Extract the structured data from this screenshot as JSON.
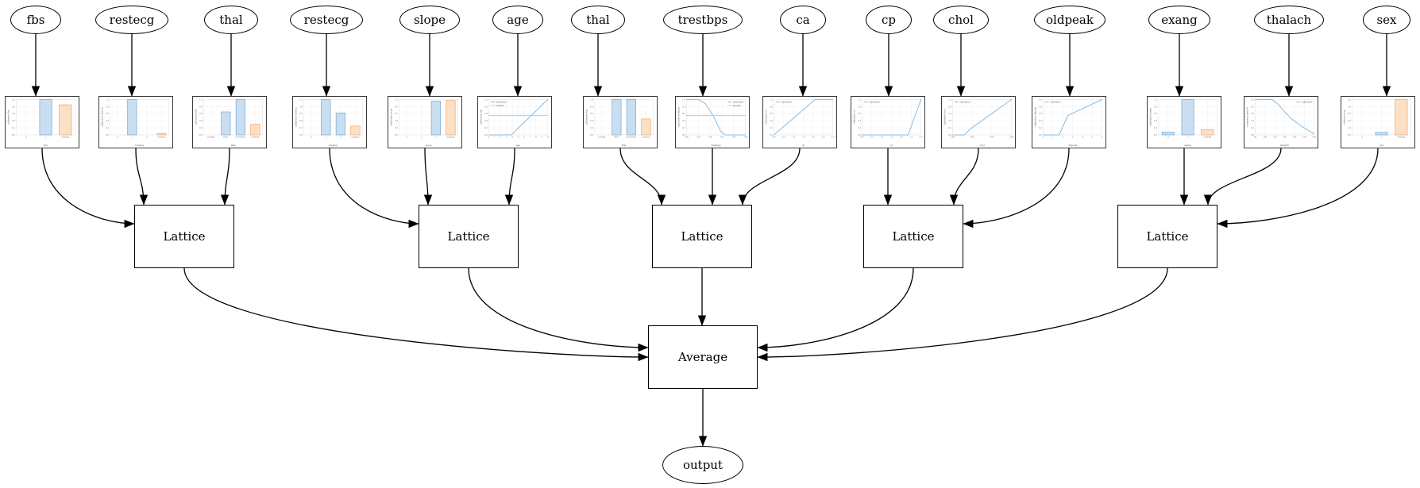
{
  "diagram": {
    "description": "calibrated lattice ensemble model graph",
    "colors": {
      "edge": "#000000",
      "node_border": "#000000",
      "chart_border": "#3a3a3a",
      "grid": "#e7e7e7",
      "plot_frame": "#d9d9d9",
      "blue_stroke": "#6fa8d6",
      "blue_fill": "#c9def1",
      "blue_line": "#85b9e0",
      "orange_stroke": "#f5a060",
      "orange_fill": "#fce0c6",
      "orange_line": "#fbbf85",
      "tick_text": "#777777",
      "label_text": "#555555"
    }
  },
  "nodes": {
    "inputs": [
      {
        "id": "in-0",
        "label": "fbs"
      },
      {
        "id": "in-1",
        "label": "restecg"
      },
      {
        "id": "in-2",
        "label": "thal"
      },
      {
        "id": "in-3",
        "label": "restecg"
      },
      {
        "id": "in-4",
        "label": "slope"
      },
      {
        "id": "in-5",
        "label": "age"
      },
      {
        "id": "in-6",
        "label": "thal"
      },
      {
        "id": "in-7",
        "label": "trestbps"
      },
      {
        "id": "in-8",
        "label": "ca"
      },
      {
        "id": "in-9",
        "label": "cp"
      },
      {
        "id": "in-10",
        "label": "chol"
      },
      {
        "id": "in-11",
        "label": "oldpeak"
      },
      {
        "id": "in-12",
        "label": "exang"
      },
      {
        "id": "in-13",
        "label": "thalach"
      },
      {
        "id": "in-14",
        "label": "sex"
      }
    ],
    "lattices": [
      {
        "id": "lat-0",
        "label": "Lattice"
      },
      {
        "id": "lat-1",
        "label": "Lattice"
      },
      {
        "id": "lat-2",
        "label": "Lattice"
      },
      {
        "id": "lat-3",
        "label": "Lattice"
      },
      {
        "id": "lat-4",
        "label": "Lattice"
      }
    ],
    "average": {
      "id": "avg",
      "label": "Average"
    },
    "output": {
      "id": "out",
      "label": "output"
    }
  },
  "chart_defaults": {
    "yticks": [
      "0.0",
      "0.2",
      "0.4",
      "0.6",
      "0.8",
      "1.0"
    ],
    "legend_calibrated": "calibrated",
    "legend_missing": "missing"
  },
  "charts": [
    {
      "id": "ch-0",
      "feature": "fbs",
      "type": "bar",
      "ylabel": "calibrated fbs",
      "xlabel": "fbs",
      "categories": [
        "0",
        "1",
        "missing"
      ],
      "values": [
        0,
        1.0,
        0.85
      ],
      "bar_colors": [
        "blue",
        "blue",
        "orange"
      ]
    },
    {
      "id": "ch-1",
      "feature": "restecg",
      "type": "bar",
      "ylabel": "calibrated restecg",
      "xlabel": "restecg",
      "categories": [
        "0",
        "1",
        "2",
        "missing"
      ],
      "values": [
        0,
        1.0,
        0,
        0.04
      ],
      "bar_colors": [
        "blue",
        "blue",
        "blue",
        "orange"
      ]
    },
    {
      "id": "ch-2",
      "feature": "thal",
      "type": "bar",
      "ylabel": "calibrated thal",
      "xlabel": "thal",
      "categories": [
        "normal",
        "fixed",
        "reversible",
        "missing"
      ],
      "values": [
        0,
        0.65,
        1.0,
        0.3
      ],
      "bar_colors": [
        "blue",
        "blue",
        "blue",
        "orange"
      ]
    },
    {
      "id": "ch-3",
      "feature": "restecg",
      "type": "bar",
      "ylabel": "calibrated restecg",
      "xlabel": "restecg",
      "categories": [
        "0",
        "1",
        "2",
        "missing"
      ],
      "values": [
        0,
        1.0,
        0.62,
        0.25
      ],
      "bar_colors": [
        "blue",
        "blue",
        "blue",
        "orange"
      ]
    },
    {
      "id": "ch-4",
      "feature": "slope",
      "type": "bar",
      "ylabel": "calibrated slope",
      "xlabel": "slope",
      "categories": [
        "0",
        "1",
        "2",
        "missing"
      ],
      "values": [
        0,
        0,
        0.95,
        0.97
      ],
      "bar_colors": [
        "blue",
        "blue",
        "blue",
        "orange"
      ]
    },
    {
      "id": "ch-5",
      "feature": "age",
      "type": "line",
      "ylabel": "calibrated age",
      "xlabel": "age",
      "xticks": [
        "0",
        "1",
        "2",
        "3",
        "4",
        "5",
        "6",
        "7",
        "8",
        "9",
        "10"
      ],
      "legend_pos": "tl",
      "series": [
        {
          "name": "calibrated",
          "color": "blue",
          "points": [
            [
              0,
              0
            ],
            [
              0.38,
              0
            ],
            [
              1,
              1
            ]
          ]
        },
        {
          "name": "missing",
          "color": "orange",
          "points": [
            [
              0,
              0.55
            ],
            [
              1,
              0.55
            ]
          ]
        }
      ]
    },
    {
      "id": "ch-6",
      "feature": "thal",
      "type": "bar",
      "ylabel": "calibrated thal",
      "xlabel": "thal",
      "categories": [
        "normal",
        "fixed",
        "reversible",
        "missing"
      ],
      "values": [
        0,
        1.0,
        1.0,
        0.45
      ],
      "bar_colors": [
        "blue",
        "blue",
        "blue",
        "orange"
      ]
    },
    {
      "id": "ch-7",
      "feature": "trestbps",
      "type": "line",
      "ylabel": "calibrated trestbps",
      "xlabel": "trestbps",
      "xticks": [
        "100",
        "120",
        "140",
        "160",
        "180",
        "200"
      ],
      "legend_pos": "tr",
      "series": [
        {
          "name": "calibrated",
          "color": "blue",
          "points": [
            [
              0,
              1
            ],
            [
              0.2,
              1
            ],
            [
              0.32,
              0.88
            ],
            [
              0.45,
              0.55
            ],
            [
              0.58,
              0.1
            ],
            [
              0.65,
              0
            ],
            [
              1,
              0
            ]
          ]
        },
        {
          "name": "missing",
          "color": "orange",
          "points": [
            [
              0,
              0.55
            ],
            [
              1,
              0.55
            ]
          ]
        }
      ]
    },
    {
      "id": "ch-8",
      "feature": "ca",
      "type": "line",
      "ylabel": "calibrated ca",
      "xlabel": "ca",
      "xticks": [
        "0.0",
        "0.5",
        "1.0",
        "1.5",
        "2.0",
        "2.5",
        "3.0"
      ],
      "legend_pos": "tl",
      "series": [
        {
          "name": "calibrated",
          "color": "blue",
          "points": [
            [
              0,
              0
            ],
            [
              0.7,
              1
            ],
            [
              1,
              1
            ]
          ]
        }
      ]
    },
    {
      "id": "ch-9",
      "feature": "cp",
      "type": "line",
      "ylabel": "calibrated cp",
      "xlabel": "cp",
      "xticks": [
        "0.0",
        "0.5",
        "1.0",
        "1.5",
        "2.0",
        "2.5",
        "3.0"
      ],
      "legend_pos": "tl",
      "series": [
        {
          "name": "calibrated",
          "color": "blue",
          "points": [
            [
              0,
              0
            ],
            [
              0.78,
              0
            ],
            [
              1,
              1
            ]
          ]
        }
      ]
    },
    {
      "id": "ch-10",
      "feature": "chol",
      "type": "line",
      "ylabel": "calibrated chol",
      "xlabel": "chol",
      "xticks": [
        "200",
        "300",
        "400",
        "500"
      ],
      "legend_pos": "tl",
      "series": [
        {
          "name": "calibrated",
          "color": "blue",
          "points": [
            [
              0,
              0
            ],
            [
              0.2,
              0
            ],
            [
              0.3,
              0.17
            ],
            [
              1,
              1
            ]
          ]
        }
      ]
    },
    {
      "id": "ch-11",
      "feature": "oldpeak",
      "type": "line",
      "ylabel": "calibrated oldpeak",
      "xlabel": "oldpeak",
      "xticks": [
        "0",
        "1",
        "2",
        "3",
        "4",
        "5",
        "6"
      ],
      "legend_pos": "tl",
      "series": [
        {
          "name": "calibrated",
          "color": "blue",
          "points": [
            [
              0,
              0
            ],
            [
              0.27,
              0
            ],
            [
              0.42,
              0.55
            ],
            [
              1,
              1
            ]
          ]
        }
      ]
    },
    {
      "id": "ch-12",
      "feature": "exang",
      "type": "bar",
      "ylabel": "calibrated exang",
      "xlabel": "exang",
      "categories": [
        "0",
        "1",
        "missing"
      ],
      "values": [
        0.08,
        1.0,
        0.15
      ],
      "bar_colors": [
        "blue",
        "blue",
        "orange"
      ]
    },
    {
      "id": "ch-13",
      "feature": "thalach",
      "type": "line",
      "ylabel": "calibrated thalach",
      "xlabel": "thalach",
      "xticks": [
        "80",
        "100",
        "120",
        "140",
        "160",
        "180",
        "200"
      ],
      "legend_pos": "tr",
      "series": [
        {
          "name": "calibrated",
          "color": "blue",
          "points": [
            [
              0,
              1
            ],
            [
              0.28,
              1
            ],
            [
              0.38,
              0.88
            ],
            [
              0.5,
              0.65
            ],
            [
              0.62,
              0.45
            ],
            [
              0.78,
              0.25
            ],
            [
              1,
              0.03
            ]
          ]
        }
      ]
    },
    {
      "id": "ch-14",
      "feature": "sex",
      "type": "bar",
      "ylabel": "calibrated sex",
      "xlabel": "sex",
      "categories": [
        "0",
        "1",
        "missing"
      ],
      "values": [
        0,
        0.07,
        1.0
      ],
      "bar_colors": [
        "blue",
        "blue",
        "orange"
      ]
    }
  ],
  "edges": [
    {
      "from": "in-0",
      "to": "ch-0"
    },
    {
      "from": "in-1",
      "to": "ch-1"
    },
    {
      "from": "in-2",
      "to": "ch-2"
    },
    {
      "from": "in-3",
      "to": "ch-3"
    },
    {
      "from": "in-4",
      "to": "ch-4"
    },
    {
      "from": "in-5",
      "to": "ch-5"
    },
    {
      "from": "in-6",
      "to": "ch-6"
    },
    {
      "from": "in-7",
      "to": "ch-7"
    },
    {
      "from": "in-8",
      "to": "ch-8"
    },
    {
      "from": "in-9",
      "to": "ch-9"
    },
    {
      "from": "in-10",
      "to": "ch-10"
    },
    {
      "from": "in-11",
      "to": "ch-11"
    },
    {
      "from": "in-12",
      "to": "ch-12"
    },
    {
      "from": "in-13",
      "to": "ch-13"
    },
    {
      "from": "in-14",
      "to": "ch-14"
    },
    {
      "from": "ch-0",
      "to": "lat-0",
      "t": 0.3
    },
    {
      "from": "ch-1",
      "to": "lat-0"
    },
    {
      "from": "ch-2",
      "to": "lat-0"
    },
    {
      "from": "ch-3",
      "to": "lat-1",
      "t": 0.3
    },
    {
      "from": "ch-4",
      "to": "lat-1"
    },
    {
      "from": "ch-5",
      "to": "lat-1"
    },
    {
      "from": "ch-6",
      "to": "lat-2"
    },
    {
      "from": "ch-7",
      "to": "lat-2"
    },
    {
      "from": "ch-8",
      "to": "lat-2"
    },
    {
      "from": "ch-9",
      "to": "lat-3"
    },
    {
      "from": "ch-10",
      "to": "lat-3"
    },
    {
      "from": "ch-11",
      "to": "lat-3",
      "t": 0.3
    },
    {
      "from": "ch-12",
      "to": "lat-4"
    },
    {
      "from": "ch-13",
      "to": "lat-4"
    },
    {
      "from": "ch-14",
      "to": "lat-4",
      "t": 0.3
    },
    {
      "from": "lat-0",
      "to": "avg",
      "t": 0.5
    },
    {
      "from": "lat-1",
      "to": "avg",
      "t": 0.35
    },
    {
      "from": "lat-2",
      "to": "avg"
    },
    {
      "from": "lat-3",
      "to": "avg",
      "t": 0.35
    },
    {
      "from": "lat-4",
      "to": "avg",
      "t": 0.5
    },
    {
      "from": "avg",
      "to": "out"
    }
  ]
}
